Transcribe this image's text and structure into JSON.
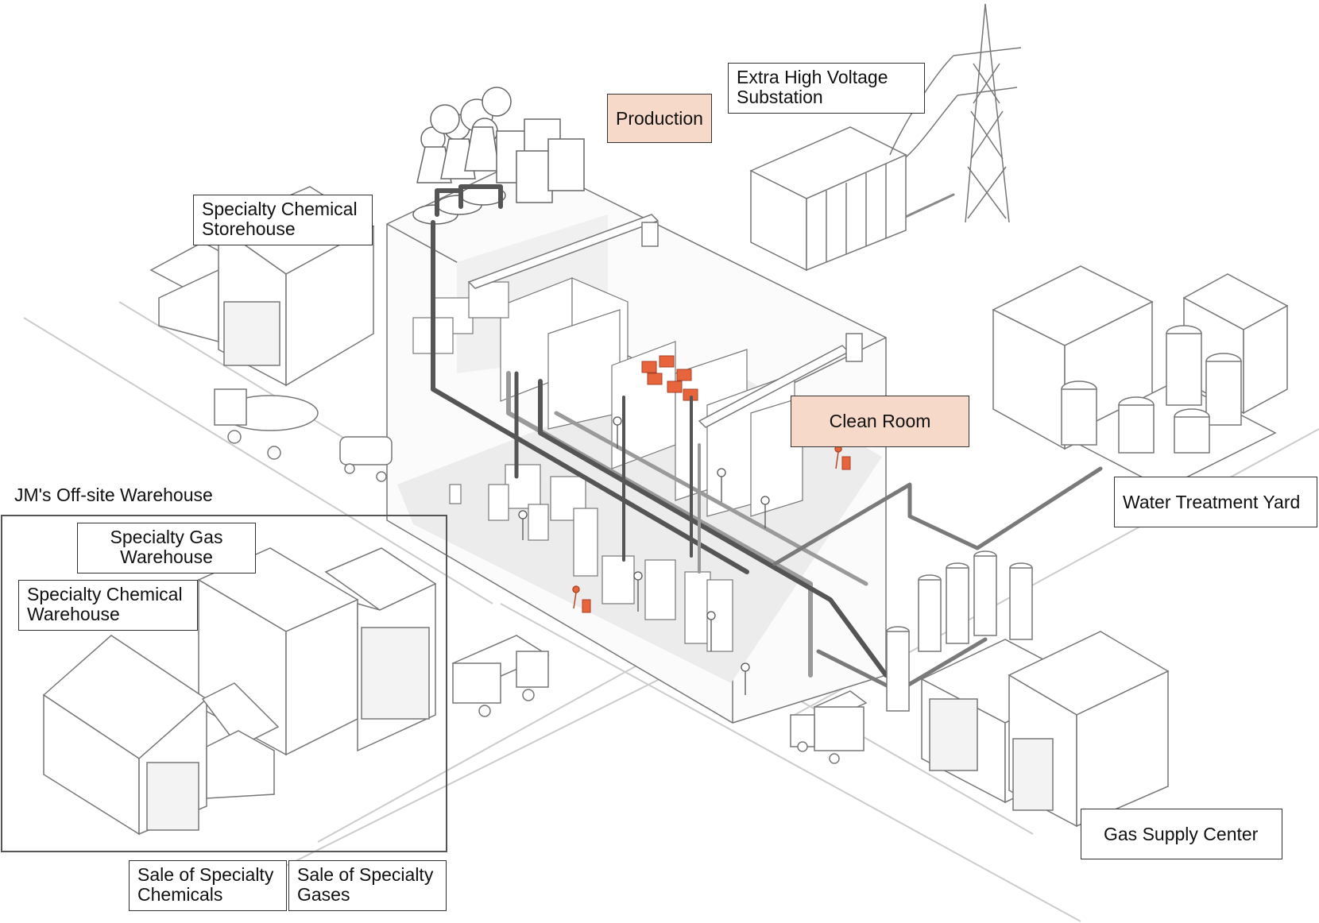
{
  "labels": {
    "production": "Production",
    "clean_room": "Clean Room",
    "extra_high_voltage_substation": "Extra High Voltage\nSubstation",
    "specialty_chemical_storehouse": "Specialty Chemical\nStorehouse",
    "water_treatment_yard": "Water Treatment Yard",
    "gas_supply_center": "Gas Supply Center",
    "offsite_warehouse": "JM's Off-site Warehouse",
    "specialty_gas_warehouse": "Specialty Gas\nWarehouse",
    "specialty_chemical_warehouse": "Specialty Chemical\nWarehouse",
    "sale_specialty_chemicals": "Sale of Specialty\nChemicals",
    "sale_specialty_gases": "Sale of Specialty\nGases"
  },
  "colors": {
    "highlight_fill": "#f7d9c9",
    "accent_orange": "#e8643a",
    "line": "#555555",
    "pipe_dark": "#555555",
    "pipe_light": "#9a9a9a",
    "floor": "#ececec"
  }
}
